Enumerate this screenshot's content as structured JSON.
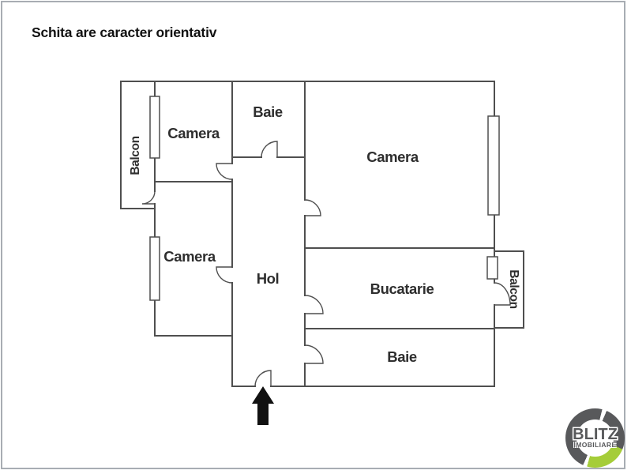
{
  "title": "Schita are caracter orientativ",
  "rooms": {
    "balcon_left": "Balcon",
    "camera_top_left": "Camera",
    "baie_top": "Baie",
    "camera_right": "Camera",
    "camera_middle_left": "Camera",
    "hol": "Hol",
    "bucatarie": "Bucatarie",
    "balcon_right": "Balcon",
    "baie_bottom": "Baie"
  },
  "logo": {
    "name": "BLITZ",
    "tagline": "IMOBILIARE"
  },
  "colors": {
    "wall": "#4f4f4f",
    "logo_gray": "#58595b",
    "logo_green": "#a5cd39",
    "frame_border": "#a8adb3"
  }
}
